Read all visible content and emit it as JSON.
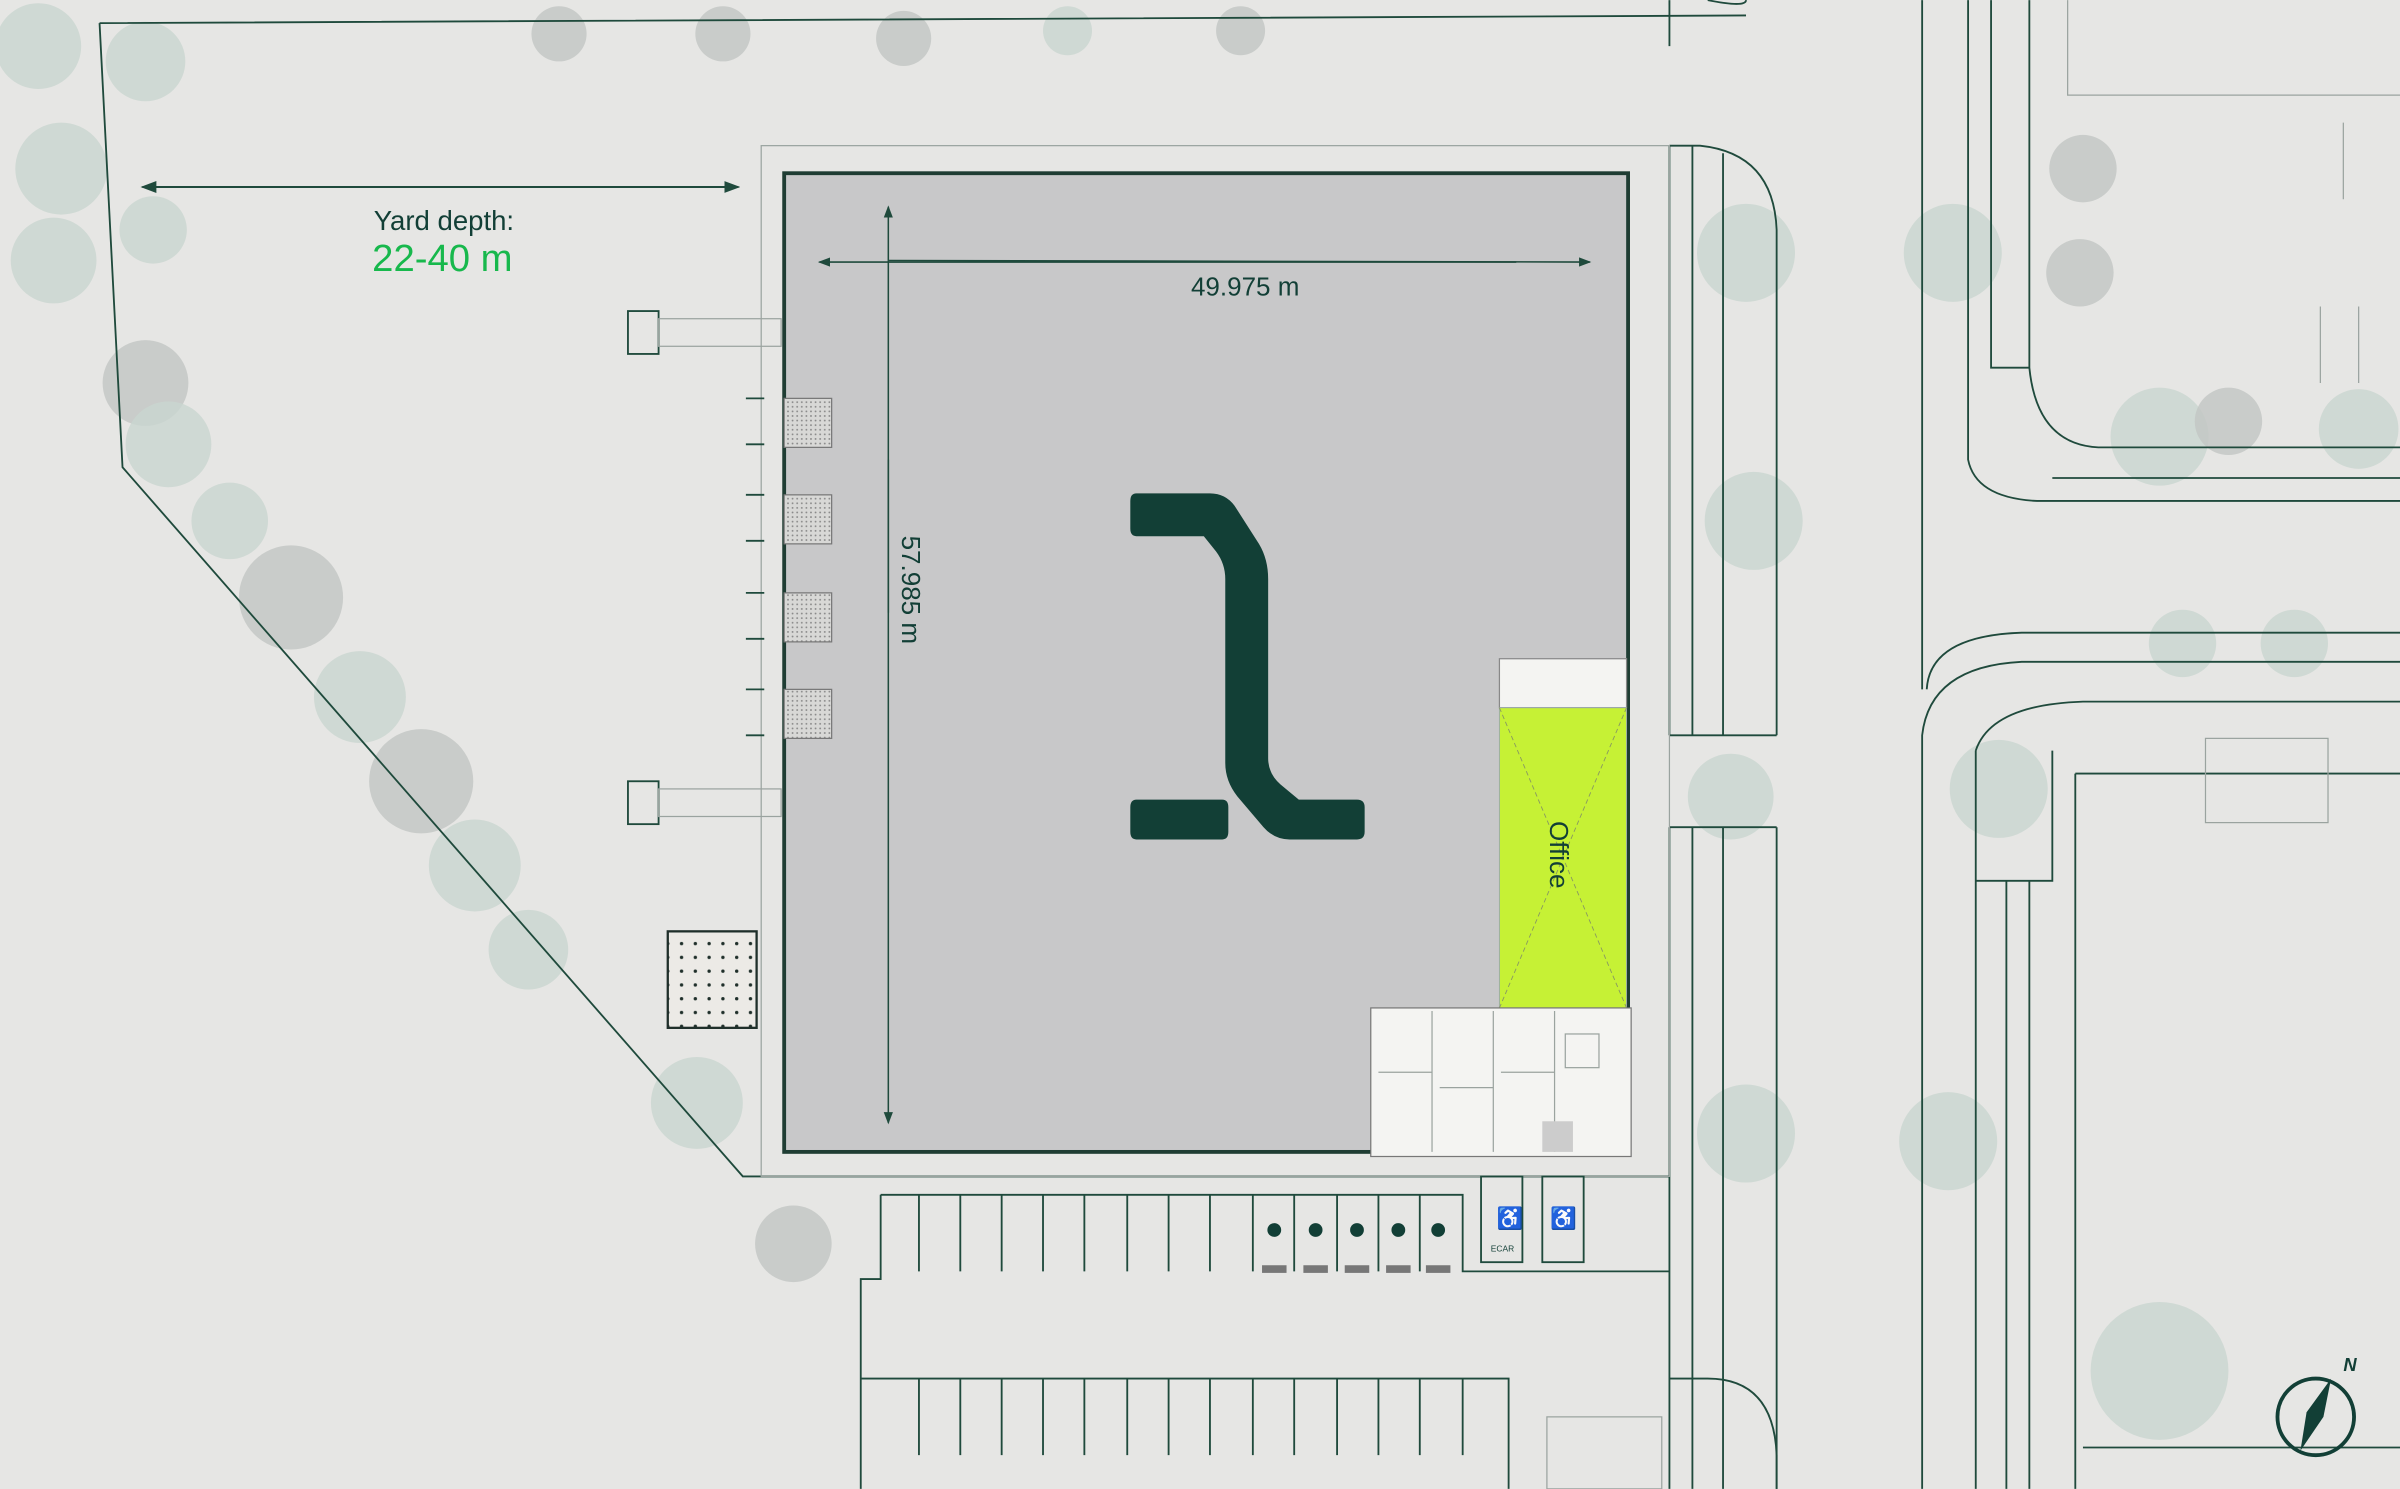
{
  "yard": {
    "label": "Yard depth:",
    "value": "22-40 m"
  },
  "dimensions": {
    "width": "49.975 m",
    "length": "57.985 m"
  },
  "office_label": "Office",
  "parking": {
    "ecar_label": "ECAR",
    "ev_chargers": 5,
    "accessible_spaces": 2
  },
  "compass": {
    "label": "N"
  },
  "colors": {
    "building": "#c8c8c9",
    "office": "#c6f135",
    "accent_text": "#17b84c",
    "brand_dark": "#123f36",
    "background": "#e6e6e4"
  }
}
